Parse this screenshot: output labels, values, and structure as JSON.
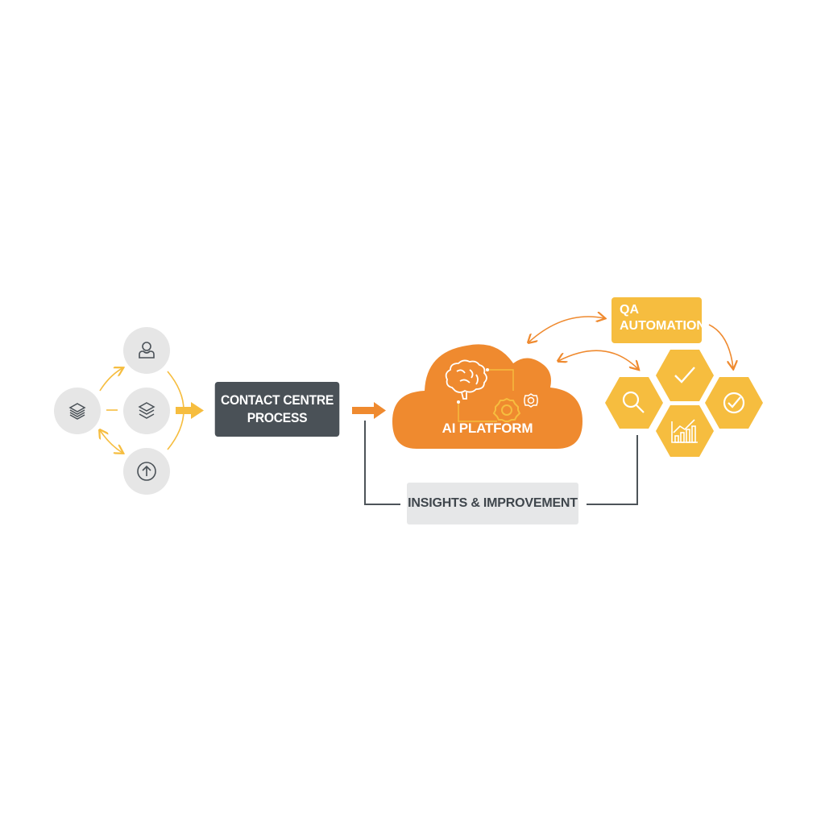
{
  "diagram": {
    "title": "Contact Centre QA Automation Flow",
    "inputs": [
      {
        "id": "agent",
        "icon": "user-icon"
      },
      {
        "id": "stack-left",
        "icon": "layers-icon"
      },
      {
        "id": "stack-center",
        "icon": "layers-icon"
      },
      {
        "id": "upload",
        "icon": "arrow-up-circle-icon"
      }
    ],
    "process": {
      "line1": "CONTACT CENTRE",
      "line2": "PROCESS"
    },
    "platform": {
      "label": "AI PLATFORM",
      "icons": [
        "brain-icon",
        "gear-icon",
        "small-gear-icon"
      ]
    },
    "qa": {
      "line1": "QA",
      "line2": "AUTOMATION"
    },
    "qa_tiles": [
      {
        "id": "search",
        "icon": "magnifier-icon"
      },
      {
        "id": "check",
        "icon": "checkmark-icon"
      },
      {
        "id": "check-circle",
        "icon": "check-circle-icon"
      },
      {
        "id": "chart",
        "icon": "bar-chart-icon"
      }
    ],
    "feedback": {
      "label": "INSIGHTS & IMPROVEMENT"
    },
    "colors": {
      "accent_orange": "#ef8a2f",
      "accent_yellow": "#f6bd3f",
      "dark_box": "#4a5157",
      "light_box": "#e6e7e8",
      "circle_bg": "#e6e6e6",
      "line_dark": "#4d5459"
    }
  }
}
